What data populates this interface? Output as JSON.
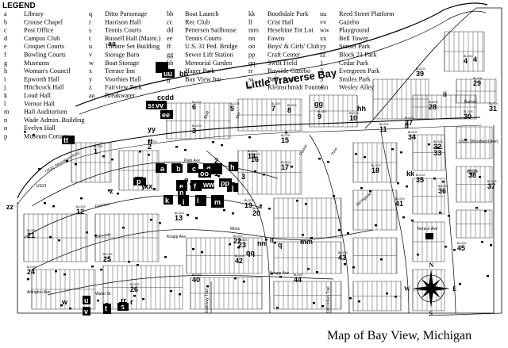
{
  "legend": {
    "title": "LEGEND",
    "entries": [
      {
        "code": "a",
        "name": "Library"
      },
      {
        "code": "b",
        "name": "Crouse Chapel"
      },
      {
        "code": "c",
        "name": "Post Office"
      },
      {
        "code": "d",
        "name": "Campus Club"
      },
      {
        "code": "e",
        "name": "Croquet Courts"
      },
      {
        "code": "f",
        "name": "Bowling Courts"
      },
      {
        "code": "g",
        "name": "Museums"
      },
      {
        "code": "h",
        "name": "Woman's Council"
      },
      {
        "code": "i",
        "name": "Epworth Hall"
      },
      {
        "code": "j",
        "name": "Hitchcock Hall"
      },
      {
        "code": "k",
        "name": "Loud Hall"
      },
      {
        "code": "l",
        "name": "Vernor Hall"
      },
      {
        "code": "m",
        "name": "Hall Auditorium"
      },
      {
        "code": "n",
        "name": "Wade Admin. Building"
      },
      {
        "code": "o",
        "name": "Evelyn Hall"
      },
      {
        "code": "p",
        "name": "Museum Cottage"
      },
      {
        "code": "q",
        "name": "Ditto Parsonage"
      },
      {
        "code": "r",
        "name": "Harrison Hall"
      },
      {
        "code": "s",
        "name": "Tennis Courts"
      },
      {
        "code": "t",
        "name": "Russell Hall (Maint.)"
      },
      {
        "code": "u",
        "name": "Theatre Set Building"
      },
      {
        "code": "v",
        "name": "Storage Barn"
      },
      {
        "code": "w",
        "name": "Boat Storage"
      },
      {
        "code": "x",
        "name": "Terrace Inn"
      },
      {
        "code": "y",
        "name": "Voorhies Hall"
      },
      {
        "code": "z",
        "name": "Fairview Park"
      },
      {
        "code": "aa",
        "name": "Breakwater"
      },
      {
        "code": "bb",
        "name": "Boat Launch"
      },
      {
        "code": "cc",
        "name": "Rec Club"
      },
      {
        "code": "dd",
        "name": "Pettersen Sailhouse"
      },
      {
        "code": "ee",
        "name": "Tennis Courts"
      },
      {
        "code": "ff",
        "name": "U.S. 31 Ped. Bridge"
      },
      {
        "code": "gg",
        "name": "Sewer Lift Station"
      },
      {
        "code": "hh",
        "name": "Memorial Garden"
      },
      {
        "code": "ii",
        "name": "Hager Park"
      },
      {
        "code": "jj",
        "name": "Bay View Inn"
      },
      {
        "code": "kk",
        "name": "Boothdale Park"
      },
      {
        "code": "ll",
        "name": "Crist Hall"
      },
      {
        "code": "mm",
        "name": "Heseltine Tot Lot"
      },
      {
        "code": "nn",
        "name": "Fawns"
      },
      {
        "code": "oo",
        "name": "Boys' & Girls' Club"
      },
      {
        "code": "pp",
        "name": "Craft Center"
      },
      {
        "code": "qq",
        "name": "Swift Field"
      },
      {
        "code": "rr",
        "name": "Bayside Gazebo"
      },
      {
        "code": "ss",
        "name": "Baby Pool"
      },
      {
        "code": "tt",
        "name": "Kleinschmidt Fountain"
      },
      {
        "code": "uu",
        "name": "Reed Street Platform"
      },
      {
        "code": "vv",
        "name": "Gazebo"
      },
      {
        "code": "ww",
        "name": "Playground"
      },
      {
        "code": "xx",
        "name": "Bell Tower"
      },
      {
        "code": "yy",
        "name": "Sunset Park"
      },
      {
        "code": "zz",
        "name": "Block 21 Park"
      },
      {
        "code": "1",
        "name": "Cedar Park"
      },
      {
        "code": "2",
        "name": "Evergreen Park"
      },
      {
        "code": "3",
        "name": "Smiles Park"
      },
      {
        "code": "4",
        "name": "Wesley Alley"
      }
    ]
  },
  "title": "Map of Bay View, Michigan",
  "lake_label": "Little Traverse Bay",
  "compass": {
    "n": "N",
    "s": "S",
    "e": "E",
    "w": "W"
  },
  "block_word": "BLOCK",
  "streets": [
    {
      "id": "us31-woodland-left",
      "label": "US31 (Woodland Ave)"
    },
    {
      "id": "us31-woodland-right",
      "label": "US31 (Woodland Ave)"
    },
    {
      "id": "us31-left",
      "label": "US31"
    },
    {
      "id": "park-ave",
      "label": "Park Ave"
    },
    {
      "id": "fairview",
      "label": "Fairview"
    },
    {
      "id": "glendale",
      "label": "Glendale"
    },
    {
      "id": "knapp-ave-1",
      "label": "Knapp Ave"
    },
    {
      "id": "knapp-ave-2",
      "label": "Knapp Ave"
    },
    {
      "id": "moss",
      "label": "Moss"
    },
    {
      "id": "terrace-ave",
      "label": "Terrace Ave"
    },
    {
      "id": "moore",
      "label": "Moore"
    },
    {
      "id": "arlington-ave",
      "label": "Arlington Ave"
    },
    {
      "id": "water-st",
      "label": "Water St"
    },
    {
      "id": "barnes",
      "label": "Barnes"
    },
    {
      "id": "gateway-trail",
      "label": "Gateway Trail"
    },
    {
      "id": "old-indian-trail",
      "label": "Old Indian Trail"
    },
    {
      "id": "springside",
      "label": "Springside"
    },
    {
      "id": "pine",
      "label": "Pine"
    },
    {
      "id": "forest",
      "label": "Forest"
    },
    {
      "id": "elm",
      "label": "Elm"
    },
    {
      "id": "bluff",
      "label": "Bluff"
    }
  ],
  "blocks": [
    "1",
    "2",
    "3",
    "4",
    "5",
    "6",
    "7",
    "8",
    "9",
    "10",
    "11",
    "12",
    "13",
    "14",
    "15",
    "16",
    "17",
    "18",
    "19",
    "20",
    "21",
    "22",
    "23",
    "24",
    "25",
    "26",
    "27",
    "28",
    "29",
    "30",
    "31",
    "32",
    "33",
    "34",
    "35",
    "36",
    "37",
    "38",
    "39",
    "40",
    "41",
    "42",
    "43",
    "44",
    "45"
  ],
  "map_markers": [
    "a",
    "b",
    "c",
    "d",
    "e",
    "f",
    "g",
    "h",
    "i",
    "j",
    "k",
    "l",
    "m",
    "n",
    "o",
    "p",
    "q",
    "r",
    "s",
    "t",
    "u",
    "v",
    "w",
    "x",
    "y",
    "z",
    "aa",
    "bb",
    "cc",
    "dd",
    "ee",
    "ff",
    "gg",
    "hh",
    "ii",
    "jj",
    "kk",
    "ll",
    "mm",
    "nn",
    "oo",
    "pp",
    "qq",
    "rr",
    "ss",
    "tt",
    "uu",
    "vv",
    "ww",
    "xx",
    "yy",
    "zz",
    "1",
    "2",
    "3",
    "4"
  ]
}
